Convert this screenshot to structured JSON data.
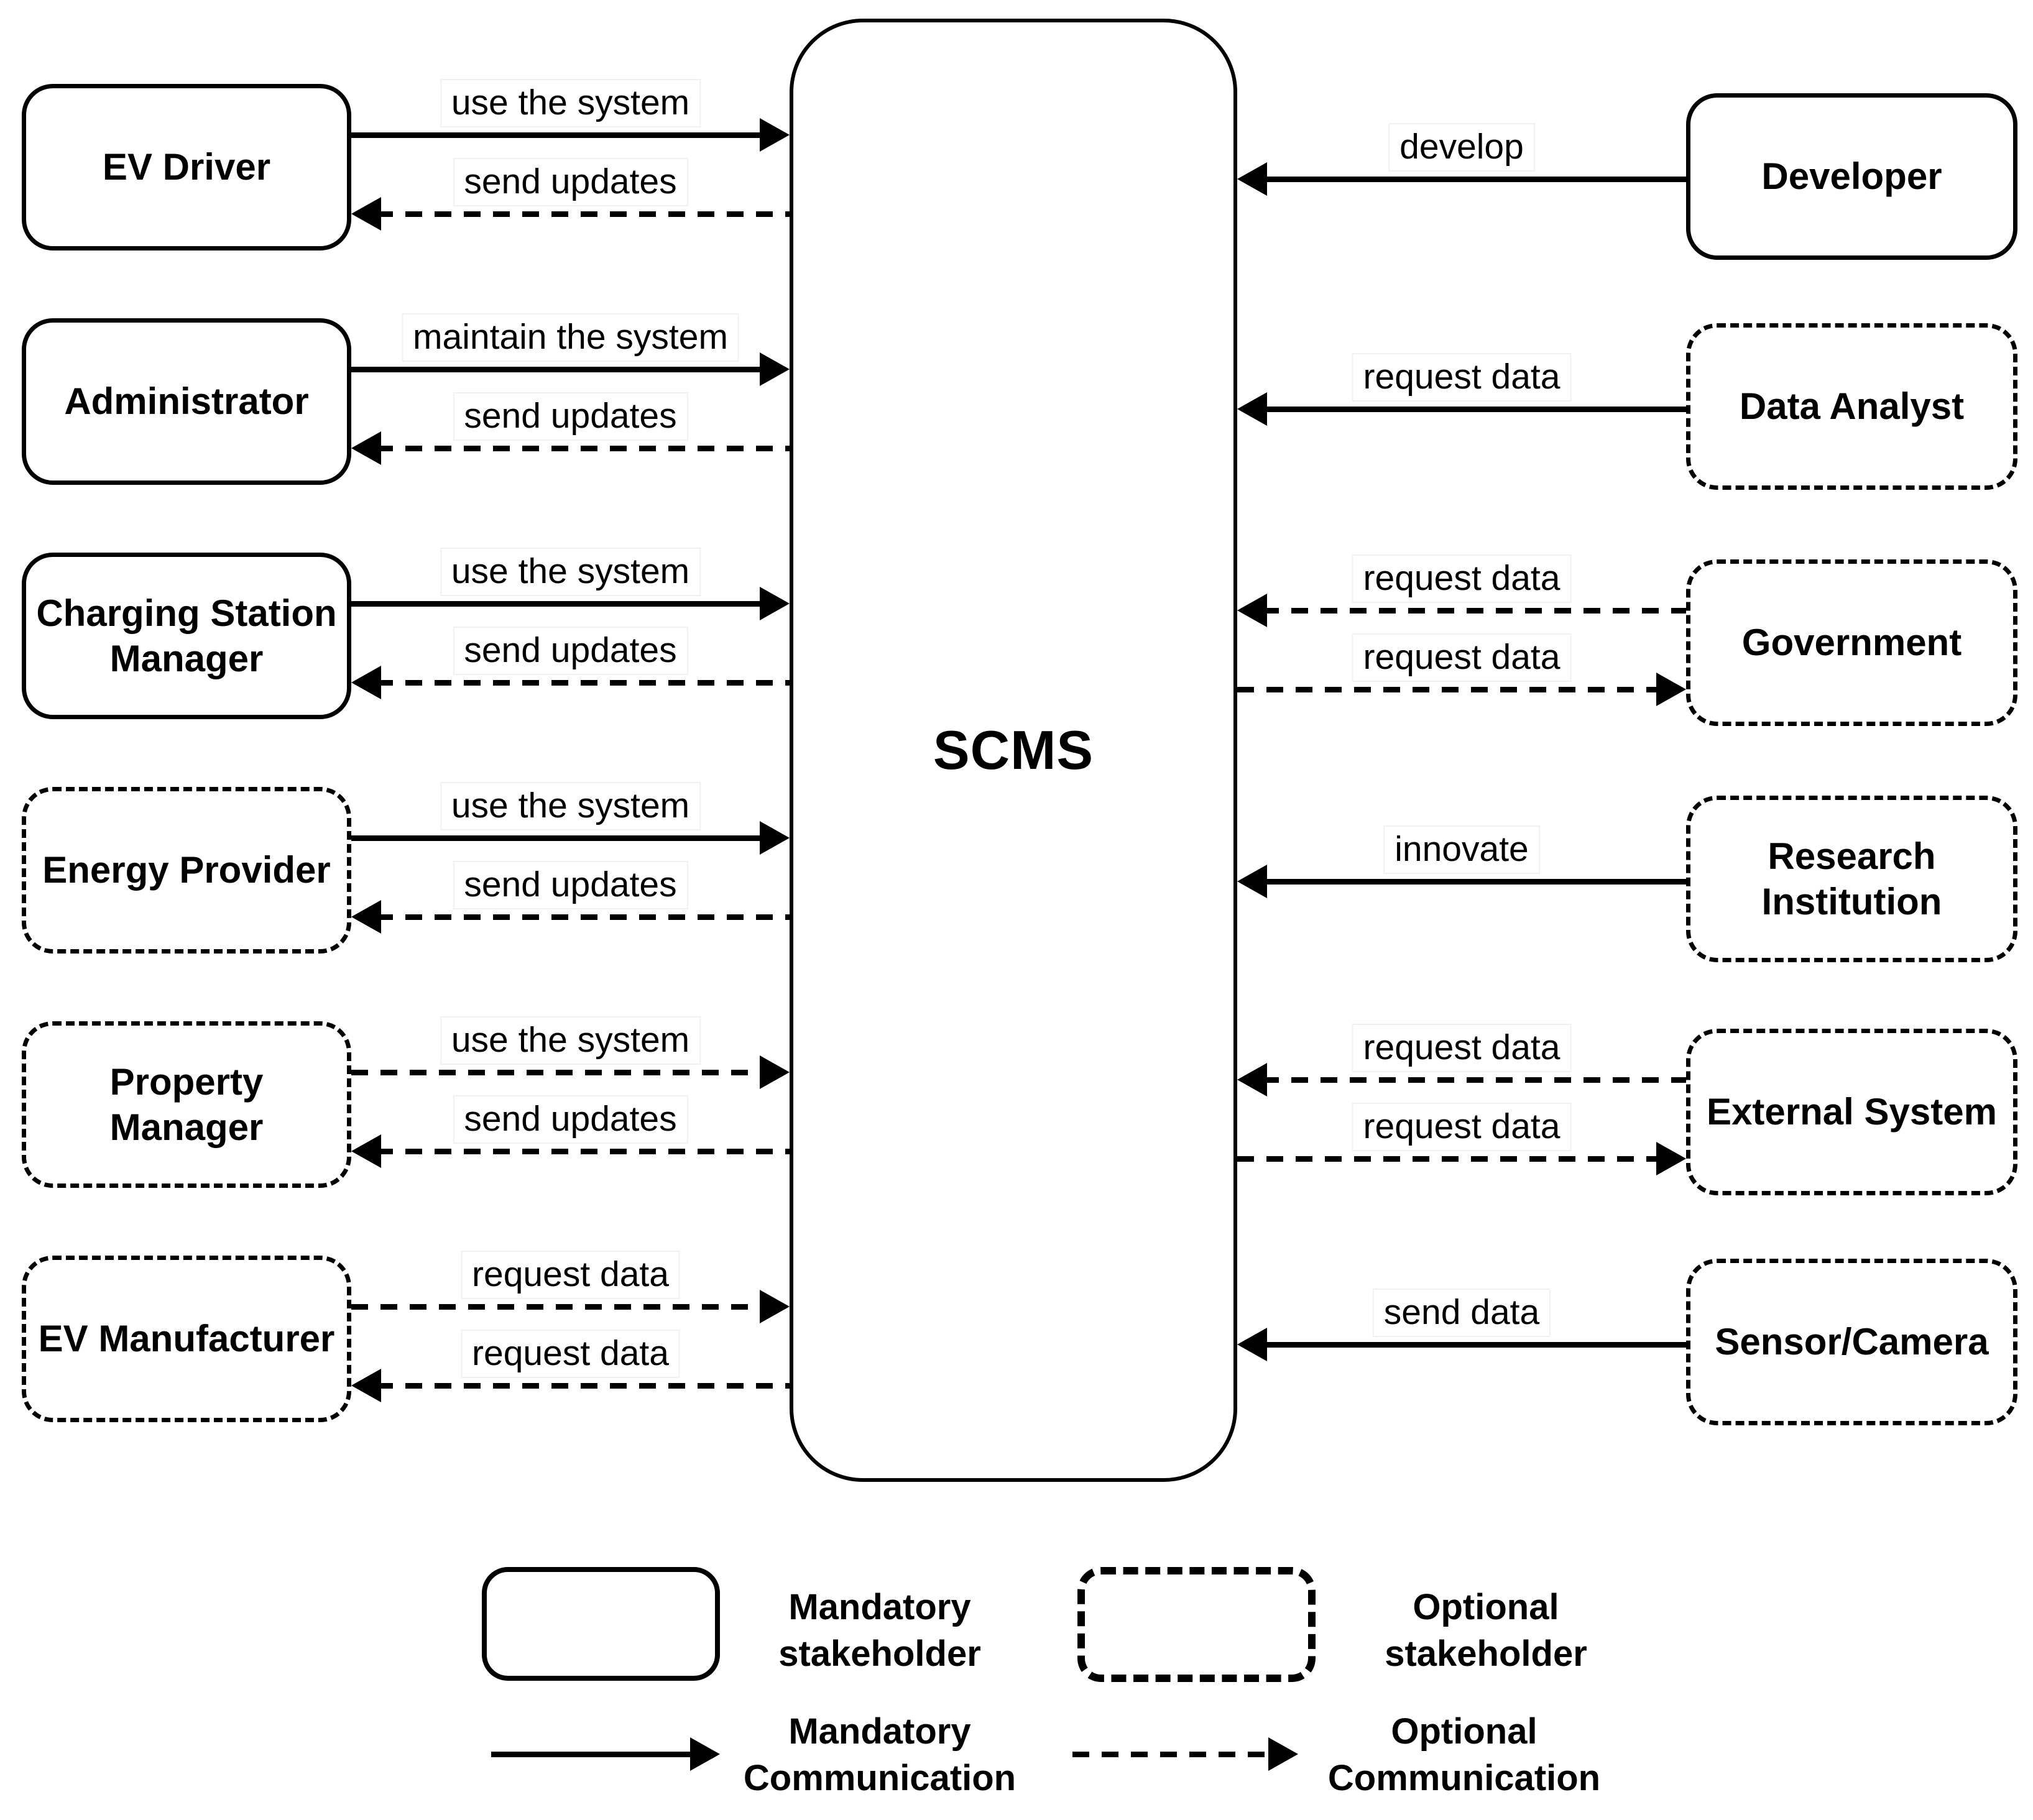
{
  "colors": {
    "ink": "#000000",
    "paper": "#ffffff"
  },
  "center": {
    "label": "SCMS"
  },
  "left_actors": [
    {
      "name": "EV Driver",
      "type": "mandatory",
      "flows": [
        {
          "label": "use the system",
          "style": "solid",
          "direction": "to-center"
        },
        {
          "label": "send updates",
          "style": "dashed",
          "direction": "from-center"
        }
      ]
    },
    {
      "name": "Administrator",
      "type": "mandatory",
      "flows": [
        {
          "label": "maintain the system",
          "style": "solid",
          "direction": "to-center"
        },
        {
          "label": "send updates",
          "style": "dashed",
          "direction": "from-center"
        }
      ]
    },
    {
      "name": "Charging Station\nManager",
      "type": "mandatory",
      "flows": [
        {
          "label": "use the system",
          "style": "solid",
          "direction": "to-center"
        },
        {
          "label": "send updates",
          "style": "dashed",
          "direction": "from-center"
        }
      ]
    },
    {
      "name": "Energy Provider",
      "type": "optional",
      "flows": [
        {
          "label": "use the system",
          "style": "solid",
          "direction": "to-center"
        },
        {
          "label": "send updates",
          "style": "dashed",
          "direction": "from-center"
        }
      ]
    },
    {
      "name": "Property\nManager",
      "type": "optional",
      "flows": [
        {
          "label": "use the system",
          "style": "dashed",
          "direction": "to-center"
        },
        {
          "label": "send updates",
          "style": "dashed",
          "direction": "from-center"
        }
      ]
    },
    {
      "name": "EV Manufacturer",
      "type": "optional",
      "flows": [
        {
          "label": "request data",
          "style": "dashed",
          "direction": "to-center"
        },
        {
          "label": "request data",
          "style": "dashed",
          "direction": "from-center"
        }
      ]
    }
  ],
  "right_actors": [
    {
      "name": "Developer",
      "type": "mandatory",
      "flows": [
        {
          "label": "develop",
          "style": "solid",
          "direction": "to-center"
        }
      ]
    },
    {
      "name": "Data Analyst",
      "type": "optional",
      "flows": [
        {
          "label": "request data",
          "style": "solid",
          "direction": "to-center"
        }
      ]
    },
    {
      "name": "Government",
      "type": "optional",
      "flows": [
        {
          "label": "request data",
          "style": "dashed",
          "direction": "to-center"
        },
        {
          "label": "request data",
          "style": "dashed",
          "direction": "from-center"
        }
      ]
    },
    {
      "name": "Research\nInstitution",
      "type": "optional",
      "flows": [
        {
          "label": "innovate",
          "style": "solid",
          "direction": "to-center"
        }
      ]
    },
    {
      "name": "External System",
      "type": "optional",
      "flows": [
        {
          "label": "request data",
          "style": "dashed",
          "direction": "to-center"
        },
        {
          "label": "request data",
          "style": "dashed",
          "direction": "from-center"
        }
      ]
    },
    {
      "name": "Sensor/Camera",
      "type": "optional",
      "flows": [
        {
          "label": "send data",
          "style": "solid",
          "direction": "to-center"
        }
      ]
    }
  ],
  "legend": {
    "mandatory_stakeholder": "Mandatory stakeholder",
    "optional_stakeholder": "Optional stakeholder",
    "mandatory_communication": "Mandatory Communication",
    "optional_communication": "Optional Communication"
  }
}
